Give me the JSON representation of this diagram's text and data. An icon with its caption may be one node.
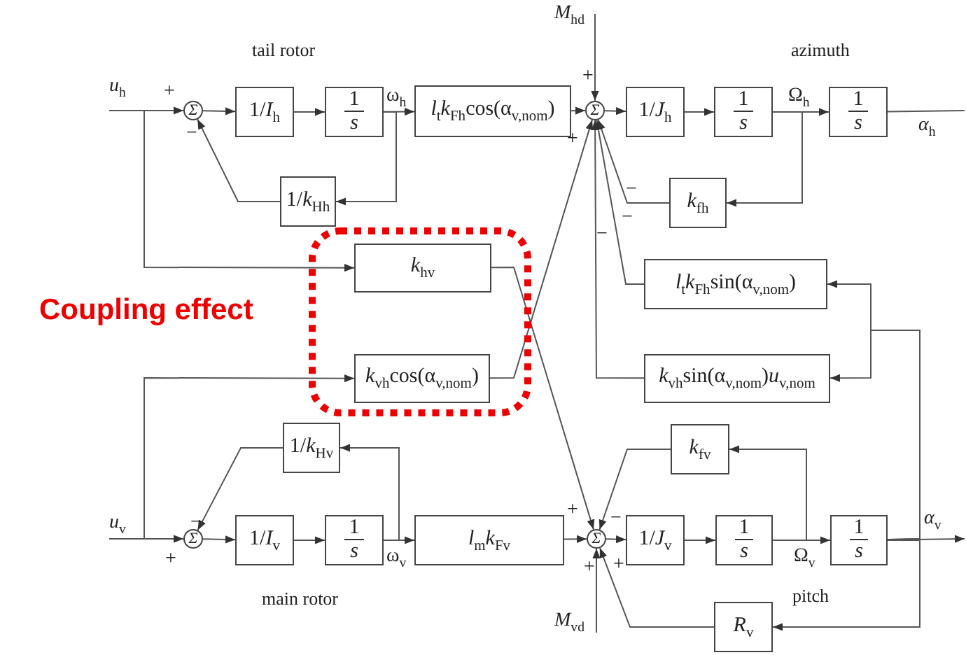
{
  "diagram": {
    "nodes": [
      {
        "text": [
          "Σ"
        ]
      },
      {
        "text": [
          "1/*I*$_{h}$"
        ]
      },
      {
        "text": [
          "1",
          "s"
        ]
      },
      {
        "text": [
          "*l*$_{t}$*k*$_{Fh}$cos(α$_{v,nom}$)"
        ]
      },
      {
        "text": [
          "Σ"
        ]
      },
      {
        "text": [
          "1/*J*$_{h}$"
        ]
      },
      {
        "text": [
          "1",
          "s"
        ]
      },
      {
        "text": [
          "1",
          "s"
        ]
      },
      {
        "text": [
          "1/*k*$_{Hh}$"
        ]
      },
      {
        "text": [
          "*k*$_{fh}$"
        ]
      },
      {
        "text": [
          "Coupling effect"
        ]
      },
      {
        "text": [
          "*k*$_{hv}$"
        ],
        "in": 10
      },
      {
        "text": [
          "*l*$_{t}$*k*$_{Fh}$sin(α$_{v,nom}$)"
        ]
      },
      {
        "text": [
          "*k*$_{vh}$cos(α$_{v,nom}$)"
        ],
        "in": 10
      },
      {
        "text": [
          "*k*$_{vh}$sin(α$_{v,nom}$)*u*$_{v,nom}$"
        ]
      },
      {
        "text": [
          "1/*k*$_{Hv}$"
        ]
      },
      {
        "text": [
          "*k*$_{fv}$"
        ]
      },
      {
        "text": [
          "Σ"
        ]
      },
      {
        "text": [
          "1/*I*$_{v}$"
        ]
      },
      {
        "text": [
          "1",
          "s"
        ]
      },
      {
        "text": [
          "*l*$_{m}$*k*$_{Fv}$"
        ]
      },
      {
        "text": [
          "Σ"
        ]
      },
      {
        "text": [
          "1/*J*$_{v}$"
        ]
      },
      {
        "text": [
          "1",
          "s"
        ]
      },
      {
        "text": [
          "1",
          "s"
        ]
      },
      {
        "text": [
          "*R*$_{v}$"
        ]
      },
      {
        "text": [
          "*M*$_{hd}$"
        ]
      },
      {
        "text": [
          "*u*$_{h}$"
        ]
      },
      {
        "text": [
          "*α*$_{h}$"
        ]
      },
      {
        "text": [
          "*u*$_{v}$"
        ]
      },
      {
        "text": [
          "*α*$_{v}$"
        ]
      },
      {
        "text": [
          "*M*$_{vd}$"
        ]
      }
    ],
    "edges": [
      {
        "from": 27,
        "to": 0,
        "arrow": "to"
      },
      {
        "from": 27,
        "to": 11,
        "arrow": "to"
      },
      {
        "from": 0,
        "to": 1,
        "arrow": "to"
      },
      {
        "from": 1,
        "to": 2,
        "arrow": "to"
      },
      {
        "from": 2,
        "to": 3,
        "arrow": "to"
      },
      {
        "from": 3,
        "to": 4,
        "arrow": "to"
      },
      {
        "from": 2,
        "to": 8,
        "arrow": "to"
      },
      {
        "from": 8,
        "to": 0,
        "arrow": "to"
      },
      {
        "from": 4,
        "to": 5,
        "arrow": "to"
      },
      {
        "from": 5,
        "to": 6,
        "arrow": "to"
      },
      {
        "from": 6,
        "to": 7,
        "arrow": "to"
      },
      {
        "from": 7,
        "to": 28,
        "arrow": "none"
      },
      {
        "from": 6,
        "to": 9,
        "arrow": "to"
      },
      {
        "from": 9,
        "to": 4,
        "arrow": "to"
      },
      {
        "from": 26,
        "to": 4,
        "arrow": "to"
      },
      {
        "from": 11,
        "to": 21,
        "arrow": "to"
      },
      {
        "from": 13,
        "to": 4,
        "arrow": "to"
      },
      {
        "from": 12,
        "to": 4,
        "arrow": "to"
      },
      {
        "from": 14,
        "to": 4,
        "arrow": "to"
      },
      {
        "from": 29,
        "to": 17,
        "arrow": "to"
      },
      {
        "from": 29,
        "to": 13,
        "arrow": "to"
      },
      {
        "from": 17,
        "to": 18,
        "arrow": "to"
      },
      {
        "from": 18,
        "to": 19,
        "arrow": "to"
      },
      {
        "from": 19,
        "to": 20,
        "arrow": "to"
      },
      {
        "from": 20,
        "to": 21,
        "arrow": "to"
      },
      {
        "from": 19,
        "to": 15,
        "arrow": "to"
      },
      {
        "from": 15,
        "to": 17,
        "arrow": "to"
      },
      {
        "from": 21,
        "to": 22,
        "arrow": "to"
      },
      {
        "from": 22,
        "to": 23,
        "arrow": "to"
      },
      {
        "from": 23,
        "to": 24,
        "arrow": "to"
      },
      {
        "from": 23,
        "to": 16,
        "arrow": "to"
      },
      {
        "from": 16,
        "to": 21,
        "arrow": "to"
      },
      {
        "from": 24,
        "to": 30,
        "arrow": "to"
      },
      {
        "from": 24,
        "to": 12,
        "arrow": "to"
      },
      {
        "from": 24,
        "to": 14,
        "arrow": "to"
      },
      {
        "from": 24,
        "to": 25,
        "arrow": "to"
      },
      {
        "from": 25,
        "to": 21,
        "arrow": "to"
      },
      {
        "from": 31,
        "to": 21,
        "arrow": "to"
      }
    ],
    "labels": [
      "tail rotor",
      "azimuth",
      "+",
      "ω$_{h}$",
      "+",
      "Ω$_{h}$",
      "−",
      "+",
      "−",
      "−",
      "−",
      "+",
      "−",
      "ω$_{v}$",
      "Ω$_{v}$",
      "−",
      "+",
      "+",
      "+",
      "main rotor",
      "pitch"
    ]
  }
}
